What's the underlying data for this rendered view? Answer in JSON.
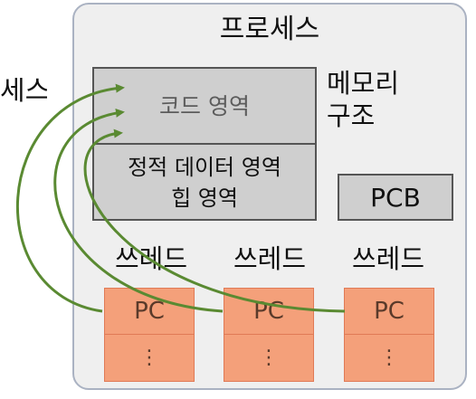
{
  "process_title": "프로세스",
  "outside_label": "세스",
  "memory_label": {
    "line1": "메모리",
    "line2": "구조"
  },
  "code_area": "코드  영역",
  "data_area": {
    "line1": "정적 데이터 영역",
    "line2": "힙 영역"
  },
  "pcb": "PCB",
  "threads": [
    {
      "label": "쓰레드",
      "pc": "PC",
      "more": "⋮"
    },
    {
      "label": "쓰레드",
      "pc": "PC",
      "more": "⋮"
    },
    {
      "label": "쓰레드",
      "pc": "PC",
      "more": "⋮"
    }
  ],
  "colors": {
    "arrow": "#5a8a32",
    "thread_fill": "#f4a07a",
    "memory_fill": "#cfcfcf",
    "process_fill": "#efefef"
  }
}
